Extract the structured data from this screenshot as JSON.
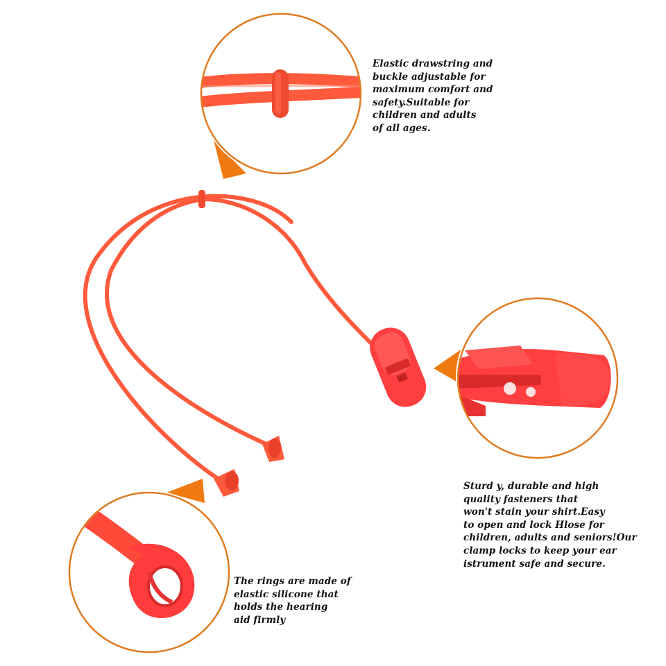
{
  "colors": {
    "ring_border": "#e07b22",
    "pointer": "#f07a12",
    "cord": "#ff5a3c",
    "cord_dark": "#e8402a",
    "clip": "#ff3f3f",
    "text": "#111111"
  },
  "icons": {
    "top_inset": "cord-slider-detail",
    "right_inset": "clip-buckle-detail",
    "bottom_inset": "silicone-ring-detail",
    "product": "hearing-aid-lanyard"
  },
  "captions": {
    "top": "Elastic drawstring and\nbuckle adjustable for\nmaximum comfort and\nsafety.Suitable for\nchildren and adults\nof all ages.",
    "right": "Sturd y, durable and high\nquality fasteners that\nwon't stain your shirt.Easy\nto open and lock Hlose for\nchildren, adults and seniors!Our\nclamp locks to keep your ear\nistrument safe and secure.",
    "bottom": "The rings are made of\nelastic silicone that\nholds the hearing\naid firmly"
  }
}
